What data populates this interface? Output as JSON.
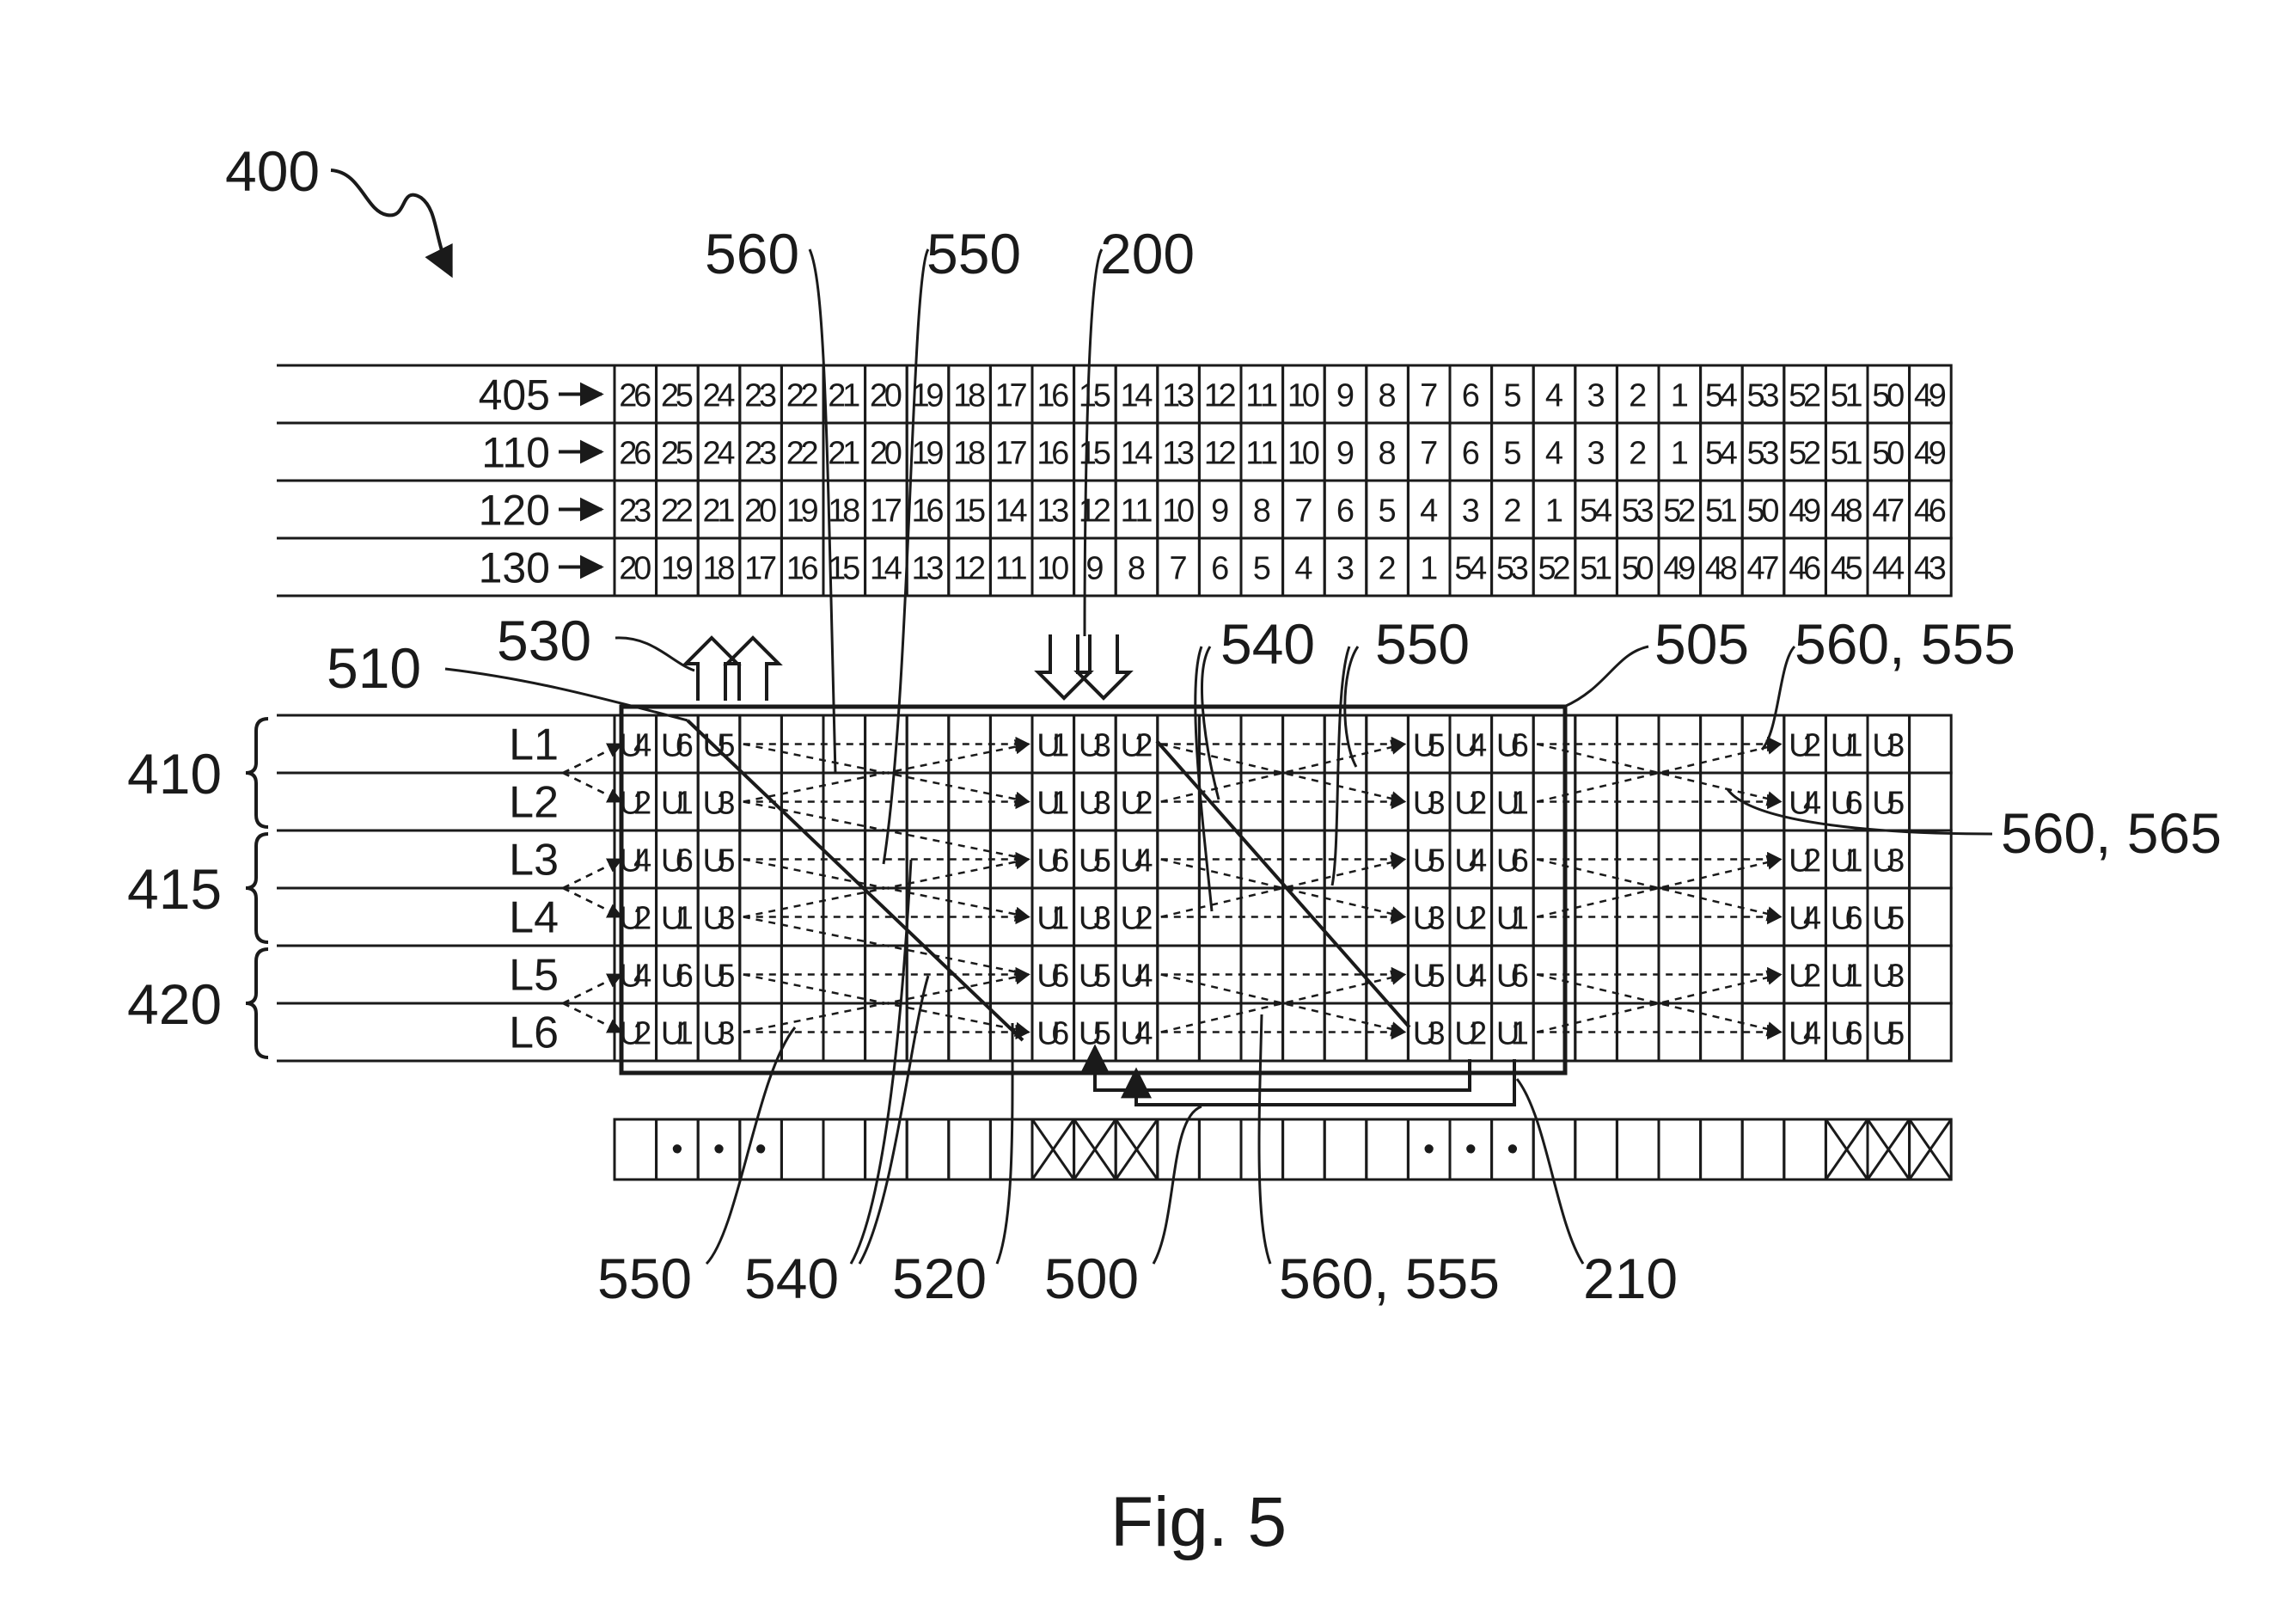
{
  "figure": {
    "caption": "Fig. 5",
    "main_ref": "400",
    "top_table": {
      "rows": [
        {
          "label": "405",
          "values": [
            "26",
            "25",
            "24",
            "23",
            "22",
            "21",
            "20",
            "19",
            "18",
            "17",
            "16",
            "15",
            "14",
            "13",
            "12",
            "11",
            "10",
            "9",
            "8",
            "7",
            "6",
            "5",
            "4",
            "3",
            "2",
            "1",
            "54",
            "53",
            "52",
            "51",
            "50",
            "49"
          ]
        },
        {
          "label": "110",
          "values": [
            "26",
            "25",
            "24",
            "23",
            "22",
            "21",
            "20",
            "19",
            "18",
            "17",
            "16",
            "15",
            "14",
            "13",
            "12",
            "11",
            "10",
            "9",
            "8",
            "7",
            "6",
            "5",
            "4",
            "3",
            "2",
            "1",
            "54",
            "53",
            "52",
            "51",
            "50",
            "49"
          ]
        },
        {
          "label": "120",
          "values": [
            "23",
            "22",
            "21",
            "20",
            "19",
            "18",
            "17",
            "16",
            "15",
            "14",
            "13",
            "12",
            "11",
            "10",
            "9",
            "8",
            "7",
            "6",
            "5",
            "4",
            "3",
            "2",
            "1",
            "54",
            "53",
            "52",
            "51",
            "50",
            "49",
            "48",
            "47",
            "46"
          ]
        },
        {
          "label": "130",
          "values": [
            "20",
            "19",
            "18",
            "17",
            "16",
            "15",
            "14",
            "13",
            "12",
            "11",
            "10",
            "9",
            "8",
            "7",
            "6",
            "5",
            "4",
            "3",
            "2",
            "1",
            "54",
            "53",
            "52",
            "51",
            "50",
            "49",
            "48",
            "47",
            "46",
            "45",
            "44",
            "43"
          ]
        }
      ]
    },
    "layer_rows": [
      {
        "label": "L1",
        "cells": [
          "U4",
          "U6",
          "U5",
          "",
          "",
          "",
          "",
          "",
          "",
          "",
          "U1",
          "U3",
          "U2",
          "",
          "",
          "",
          "",
          "",
          "",
          "U5",
          "U4",
          "U6",
          "",
          "",
          "",
          "",
          "",
          "",
          "U2",
          "U1",
          "U3",
          ""
        ]
      },
      {
        "label": "L2",
        "cells": [
          "U2",
          "U1",
          "U3",
          "",
          "",
          "",
          "",
          "",
          "",
          "",
          "U1",
          "U3",
          "U2",
          "",
          "",
          "",
          "",
          "",
          "",
          "U3",
          "U2",
          "U1",
          "",
          "",
          "",
          "",
          "",
          "",
          "U4",
          "U6",
          "U5",
          ""
        ]
      },
      {
        "label": "L3",
        "cells": [
          "U4",
          "U6",
          "U5",
          "",
          "",
          "",
          "",
          "",
          "",
          "",
          "U6",
          "U5",
          "U4",
          "",
          "",
          "",
          "",
          "",
          "",
          "U5",
          "U4",
          "U6",
          "",
          "",
          "",
          "",
          "",
          "",
          "U2",
          "U1",
          "U3",
          ""
        ]
      },
      {
        "label": "L4",
        "cells": [
          "U2",
          "U1",
          "U3",
          "",
          "",
          "",
          "",
          "",
          "",
          "",
          "U1",
          "U3",
          "U2",
          "",
          "",
          "",
          "",
          "",
          "",
          "U3",
          "U2",
          "U1",
          "",
          "",
          "",
          "",
          "",
          "",
          "U4",
          "U6",
          "U5",
          ""
        ]
      },
      {
        "label": "L5",
        "cells": [
          "U4",
          "U6",
          "U5",
          "",
          "",
          "",
          "",
          "",
          "",
          "",
          "U6",
          "U5",
          "U4",
          "",
          "",
          "",
          "",
          "",
          "",
          "U5",
          "U4",
          "U6",
          "",
          "",
          "",
          "",
          "",
          "",
          "U2",
          "U1",
          "U3",
          ""
        ]
      },
      {
        "label": "L6",
        "cells": [
          "U2",
          "U1",
          "U3",
          "",
          "",
          "",
          "",
          "",
          "",
          "",
          "U6",
          "U5",
          "U4",
          "",
          "",
          "",
          "",
          "",
          "",
          "U3",
          "U2",
          "U1",
          "",
          "",
          "",
          "",
          "",
          "",
          "U4",
          "U6",
          "U5",
          ""
        ]
      }
    ],
    "groups": [
      "410",
      "415",
      "420"
    ],
    "bottom_strip": {
      "cells": [
        "",
        "•",
        "•",
        "•",
        "",
        "",
        "",
        "",
        "",
        "",
        "X",
        "X",
        "X",
        "",
        "",
        "",
        "",
        "",
        "",
        "",
        "",
        "",
        "",
        "",
        "",
        "",
        "",
        "",
        "",
        "X",
        "X",
        "X"
      ]
    },
    "callouts": {
      "c560_top": "560",
      "c550_top": "550",
      "c200": "200",
      "c530": "530",
      "c510": "510",
      "c540_mid": "540",
      "c550_mid": "550",
      "c505": "505",
      "c560_555_right": "560, 555",
      "c560_565": "560, 565",
      "b550": "550",
      "b540": "540",
      "b520": "520",
      "b500": "500",
      "b560_555": "560, 555",
      "b210": "210"
    }
  }
}
